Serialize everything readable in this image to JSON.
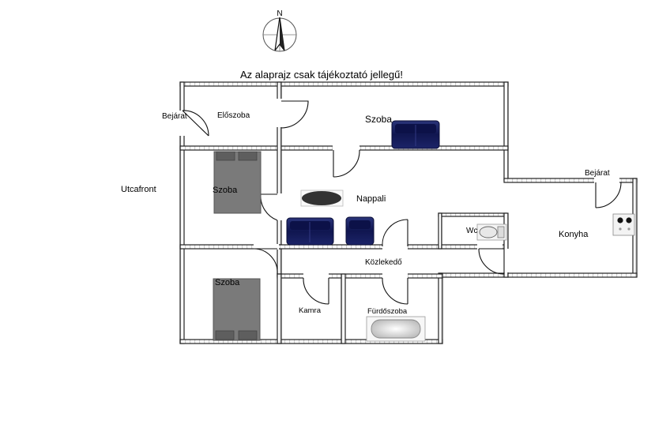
{
  "disclaimer": "Az alaprajz csak tájékoztató jellegű!",
  "compass": {
    "label": "N"
  },
  "street_label": "Utcafront",
  "rooms": {
    "entrance_left": "Bejárat",
    "hall": "Előszoba",
    "room_top": "Szoba",
    "room_left_middle": "Szoba",
    "living_room": "Nappali",
    "room_bottom": "Szoba",
    "corridor": "Közlekedő",
    "pantry": "Kamra",
    "bathroom": "Fürdőszoba",
    "wc": "Wc",
    "kitchen": "Konyha",
    "entrance_right": "Bejárat"
  },
  "colors": {
    "wall": "#ffffff",
    "wall_outline": "#222222",
    "bed": "#7a7a7a",
    "sofa": "#141a5a",
    "table": "#3a3a3a"
  }
}
